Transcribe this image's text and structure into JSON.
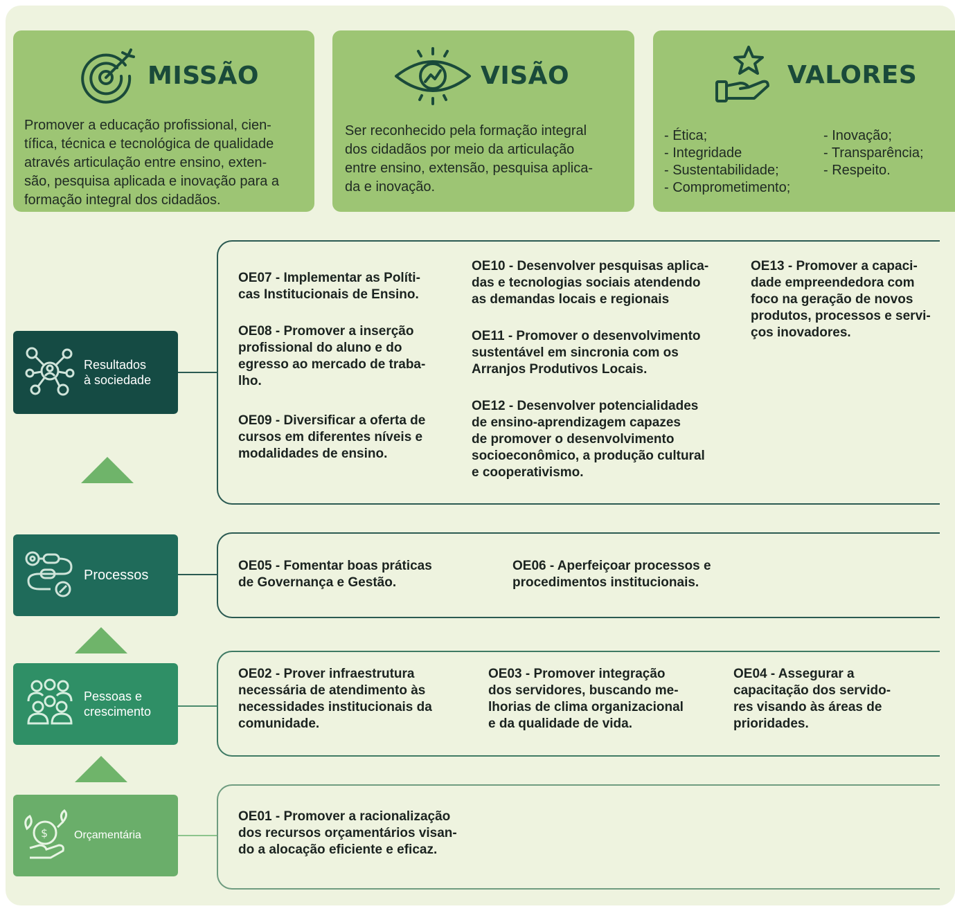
{
  "cards": {
    "missao": {
      "title": "MISSÃO",
      "lines": [
        "Promover a educação profissional, cien-",
        "tífica, técnica e tecnológica de qualidade",
        "através articulação entre ensino, exten-",
        "são, pesquisa aplicada e inovação para a",
        "formação integral dos cidadãos."
      ]
    },
    "visao": {
      "title": "VISÃO",
      "lines": [
        "Ser reconhecido pela formação integral",
        "dos cidadãos por meio da articulação",
        "entre ensino, extensão, pesquisa aplica-",
        "da e inovação."
      ]
    },
    "valores": {
      "title": "VALORES",
      "col1": [
        "- Ética;",
        "- Integridade",
        "- Sustentabilidade;",
        "- Comprometimento;"
      ],
      "col2": [
        "- Inovação;",
        "- Transparência;",
        "- Respeito."
      ]
    }
  },
  "perspectives": {
    "resultados": {
      "lines": [
        "Resultados",
        "à sociedade"
      ],
      "color": "#154b44"
    },
    "processos": {
      "lines": [
        "Processos"
      ],
      "color": "#1f6b5a"
    },
    "pessoas": {
      "lines": [
        "Pessoas e",
        "crescimento"
      ],
      "color": "#2f8f66"
    },
    "orcamentaria": {
      "lines": [
        "Orçamentária"
      ],
      "color": "#6aae6a"
    }
  },
  "objectives": {
    "oe07": [
      "OE07 - Implementar as Políti-",
      "cas Institucionais de Ensino."
    ],
    "oe08": [
      "OE08 - Promover a inserção",
      "profissional do aluno e do",
      "egresso ao mercado de traba-",
      "lho."
    ],
    "oe09": [
      "OE09 - Diversificar a oferta de",
      "cursos em diferentes níveis e",
      "modalidades de ensino."
    ],
    "oe10": [
      "OE10 - Desenvolver pesquisas aplica-",
      "das e tecnologias sociais atendendo",
      "as demandas locais e regionais"
    ],
    "oe11": [
      "OE11 - Promover o desenvolvimento",
      "sustentável em sincronia com os",
      "Arranjos Produtivos Locais."
    ],
    "oe12": [
      "OE12 - Desenvolver potencialidades",
      "de ensino-aprendizagem capazes",
      "de promover o desenvolvimento",
      "socioeconômico, a produção cultural",
      "e cooperativismo."
    ],
    "oe13": [
      "OE13 - Promover a capaci-",
      "dade empreendedora com",
      "foco na geração de novos",
      "produtos, processos e servi-",
      "ços inovadores."
    ],
    "oe05": [
      "OE05 - Fomentar boas práticas",
      "de Governança e Gestão."
    ],
    "oe06": [
      "OE06 - Aperfeiçoar processos e",
      "procedimentos institucionais."
    ],
    "oe02": [
      "OE02 - Prover infraestrutura",
      "necessária de atendimento às",
      "necessidades institucionais da",
      "comunidade."
    ],
    "oe03": [
      "OE03 - Promover integração",
      "dos servidores, buscando me-",
      "lhorias de clima organizacional",
      "e da qualidade de vida."
    ],
    "oe04": [
      "OE04 - Assegurar a",
      "capacitação dos servido-",
      "res visando às áreas de",
      "prioridades."
    ],
    "oe01": [
      "OE01 - Promover a racionalização",
      "dos recursos orçamentários visan-",
      "do a alocação eficiente e eficaz."
    ]
  },
  "icons": [
    "target-arrow-icon",
    "eye-growth-icon",
    "hand-star-icon",
    "network-people-icon",
    "process-flow-icon",
    "people-group-icon",
    "money-plant-icon"
  ],
  "colors": {
    "background": "#eef3df",
    "card": "#9dc574",
    "bracket": "#2b5a52",
    "triangle": "#6fb46a"
  }
}
